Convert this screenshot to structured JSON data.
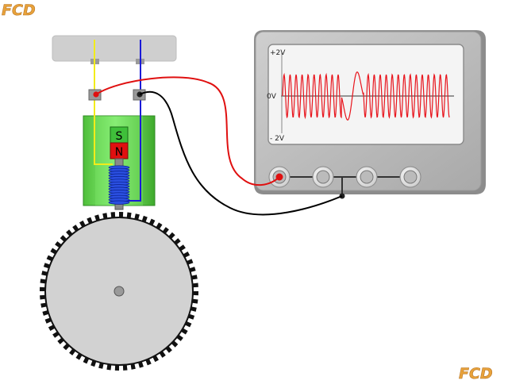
{
  "logo_top_left": "FCD",
  "logo_bottom_right": "FCD",
  "magnet": {
    "south_label": "S",
    "north_label": "N"
  },
  "oscilloscope": {
    "label_top": "+2V",
    "label_mid": "0V",
    "label_bottom": "- 2V",
    "trace_color": "#e8141c",
    "screen_color": "#f4f4f4"
  },
  "wires": {
    "red": "#e01010",
    "black": "#000000",
    "yellow": "#f2ec1a",
    "blue": "#1a1ad8"
  },
  "icons": [
    "gear-wheel",
    "coil",
    "magnet",
    "bnc-connector",
    "terminal-block"
  ]
}
